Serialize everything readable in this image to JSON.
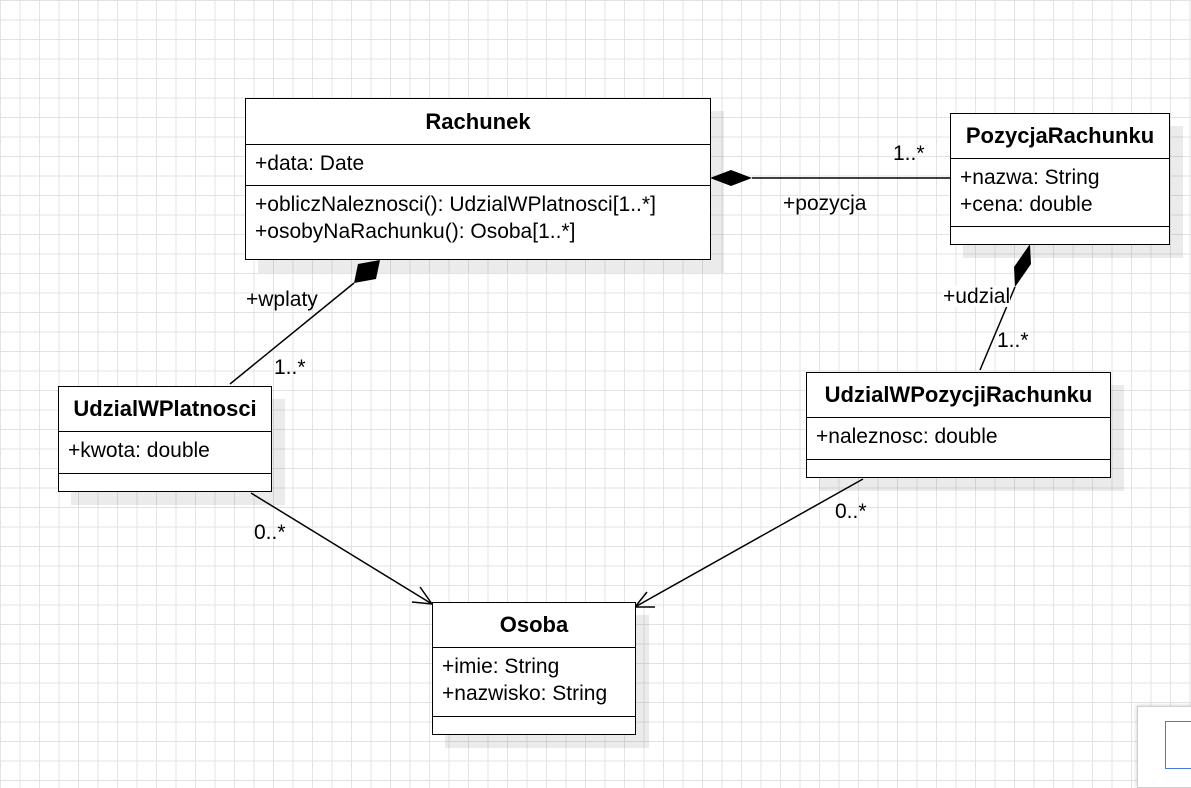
{
  "diagram": {
    "classes": {
      "rachunek": {
        "name": "Rachunek",
        "attributes": [
          "+data: Date"
        ],
        "operations": [
          "+obliczNaleznosci(): UdzialWPlatnosci[1..*]",
          "+osobyNaRachunku(): Osoba[1..*]"
        ]
      },
      "pozycja": {
        "name": "PozycjaRachunku",
        "attributes": [
          "+nazwa: String",
          "+cena: double"
        ],
        "operations": []
      },
      "udzial_platnosci": {
        "name": "UdzialWPlatnosci",
        "attributes": [
          "+kwota: double"
        ],
        "operations": []
      },
      "udzial_pozycji": {
        "name": "UdzialWPozycjiRachunku",
        "attributes": [
          "+naleznosc: double"
        ],
        "operations": []
      },
      "osoba": {
        "name": "Osoba",
        "attributes": [
          "+imie: String",
          "+nazwisko: String"
        ],
        "operations": []
      }
    },
    "labels": {
      "pozycja_role": "+pozycja",
      "pozycja_mult": "1..*",
      "wplaty_role": "+wplaty",
      "wplaty_mult": "1..*",
      "udzial_role": "+udzial",
      "udzial_mult": "1..*",
      "platnosci_osoba_mult": "0..*",
      "pozycji_osoba_mult": "0..*"
    }
  }
}
